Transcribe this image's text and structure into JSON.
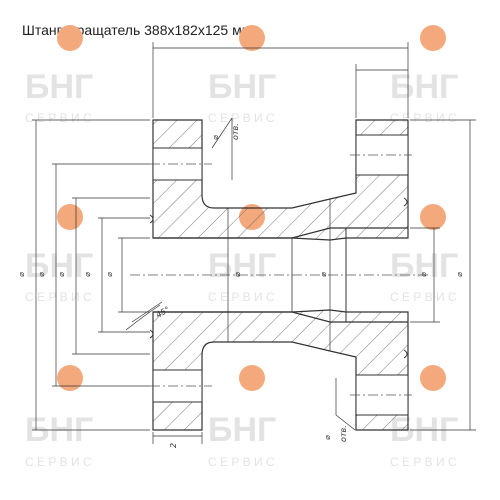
{
  "title": "Штанговращатель 388х182х125 мм",
  "watermark": {
    "brand": "БНГ",
    "subtitle": "С Е Р В И С",
    "dot_color": "#f4a97c"
  },
  "drawing": {
    "labels": {
      "hole_dia": "⌀",
      "hole_count": "отв.",
      "chamfer_angle": "45°",
      "chamfer_size": "2"
    }
  },
  "colors": {
    "line": "#333333",
    "hatch": "#555555"
  }
}
